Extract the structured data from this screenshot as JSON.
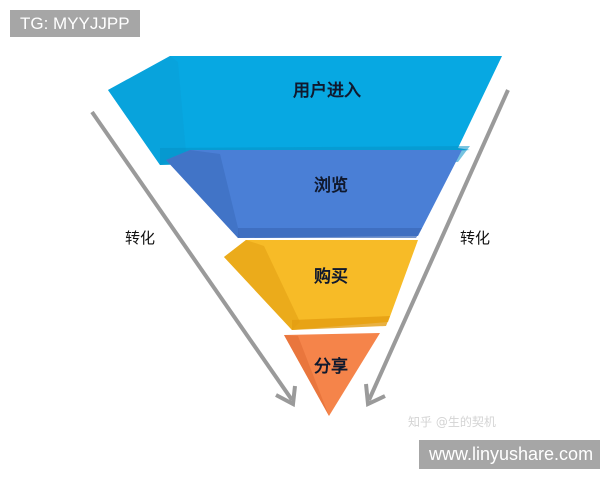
{
  "badges": {
    "top_left": "TG: MYYJJPP",
    "bottom_right": "www.linyushare.com"
  },
  "funnel": {
    "stages": [
      {
        "label": "用户进入",
        "color": "#07a8e2",
        "side_color": "#0596cc"
      },
      {
        "label": "浏览",
        "color": "#4a7fd6",
        "side_color": "#3f6fc4"
      },
      {
        "label": "购买",
        "color": "#f7bb27",
        "side_color": "#e8a91a"
      },
      {
        "label": "分享",
        "color": "#f5844a",
        "side_color": "#e6733a"
      }
    ],
    "arrow_color": "#9a9a9a"
  },
  "side_labels": {
    "left": "转化",
    "right": "转化"
  },
  "watermark": "知乎 @生的契机"
}
